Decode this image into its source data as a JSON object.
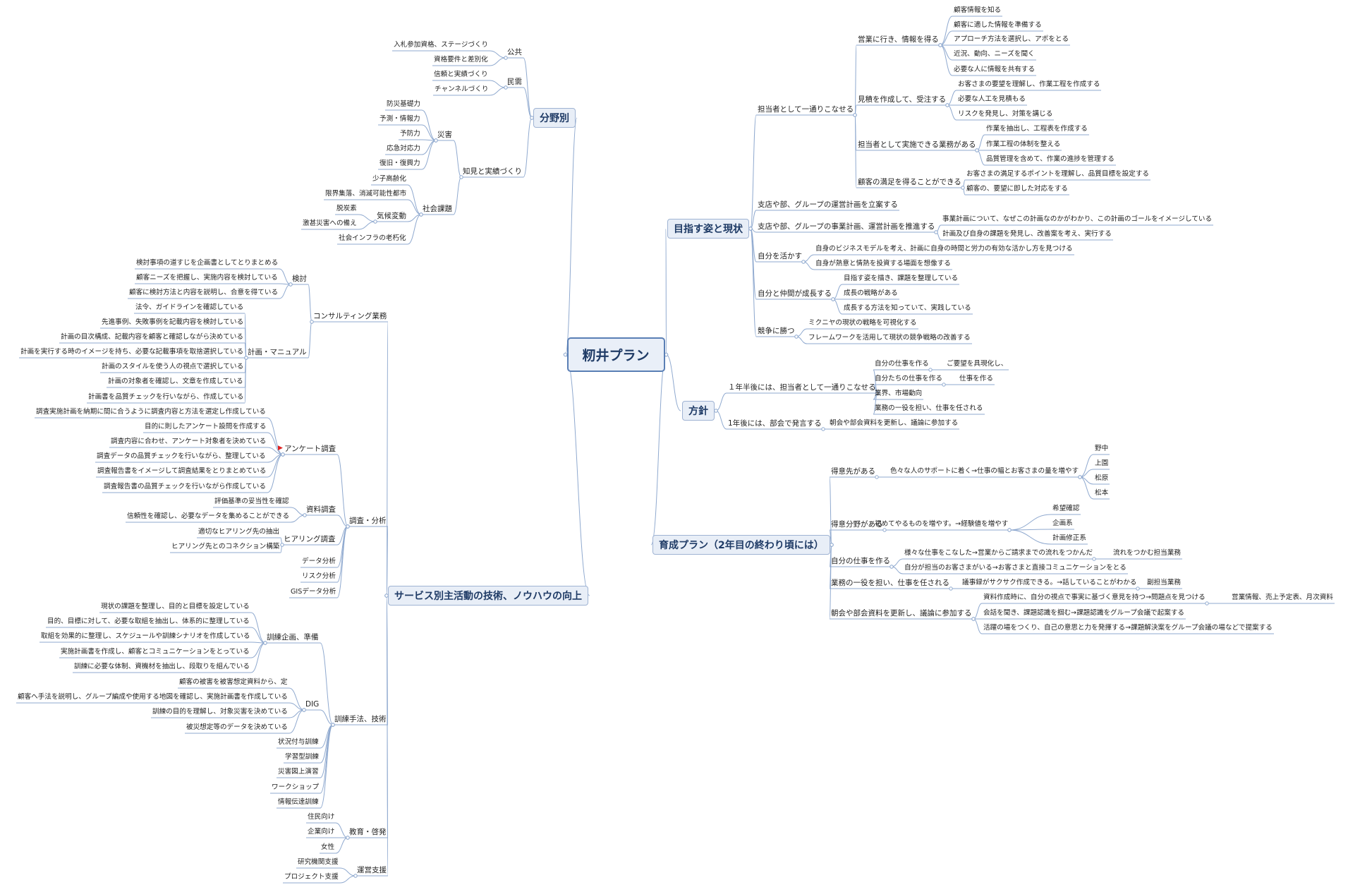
{
  "root": "籾井プラン",
  "branches": {
    "bunya": {
      "label": "分野別",
      "public": {
        "label": "公共",
        "items": [
          "入札参加資格、ステージづくり",
          "資格要件と差別化"
        ]
      },
      "private": {
        "label": "民需",
        "items": [
          "信頼と実績づくり",
          "チャンネルづくり"
        ]
      },
      "chiken": {
        "label": "知見と実績づくり",
        "saigai": {
          "label": "災害",
          "items": [
            "防災基礎力",
            "予測・情報力",
            "予防力",
            "応急対応力",
            "復旧・復興力"
          ]
        },
        "shakai": {
          "label": "社会課題",
          "items": [
            "少子高齢化",
            "限界集落、消滅可能性都市",
            "社会インフラの老朽化"
          ],
          "kiko": {
            "label": "気候変動",
            "items": [
              "脱炭素",
              "激甚災害への備え"
            ]
          }
        }
      }
    },
    "service": {
      "label": "サービス別主活動の技術、ノウハウの向上",
      "consulting": {
        "label": "コンサルティング業務",
        "kento": {
          "label": "検討",
          "items": [
            "検討事項の道すじを企画書としてとりまとめる",
            "顧客ニーズを把握し、実施内容を検討している",
            "顧客に検討方法と内容を説明し、合意を得ている"
          ]
        },
        "keikaku": {
          "label": "計画・マニュアル",
          "items": [
            "法令、ガイドラインを確認している",
            "先進事例、失敗事例を記載内容を検討している",
            "計画の目次構成、記載内容を顧客と確認しながら決めている",
            "計画を実行する時のイメージを持ち、必要な記載事項を取捨選択している",
            "計画のスタイルを使う人の視点で選択している",
            "計画の対象者を確認し、文章を作成している",
            "計画書を品質チェックを行いながら、作成している"
          ]
        }
      },
      "chosa": {
        "label": "調査・分析",
        "anketo": {
          "label": "アンケート調査",
          "items": [
            "調査実施計画を納期に間に合うように調査内容と方法を選定し作成している",
            "目的に則したアンケート設問を作成する",
            "調査内容に合わせ、アンケート対象者を決めている",
            "調査データの品質チェックを行いながら、整理している",
            "調査報告書をイメージして調査結果をとりまとめている",
            "調査報告書の品質チェックを行いながら作成している"
          ]
        },
        "shiryo": {
          "label": "資料調査",
          "items": [
            "評価基準の妥当性を確認",
            "信頼性を確認し、必要なデータを集めることができる"
          ]
        },
        "hearing": {
          "label": "ヒアリング調査",
          "items": [
            "適切なヒアリング先の抽出",
            "ヒアリング先とのコネクション構築"
          ]
        },
        "others": [
          "データ分析",
          "リスク分析",
          "GISデータ分析"
        ]
      },
      "kunren": {
        "label": "訓練手法、技術",
        "kikaku": {
          "label": "訓練企画、準備",
          "items": [
            "現状の課題を整理し、目的と目標を設定している",
            "目的、目標に対して、必要な取組を抽出し、体系的に整理している",
            "取組を効果的に整理し、スケジュールや訓練シナリオを作成している",
            "実施計画書を作成し、顧客とコミュニケーションをとっている",
            "訓練に必要な体制、資機材を抽出し、段取りを組んでいる"
          ]
        },
        "dig": {
          "label": "DIG",
          "items": [
            "顧客の被害を被害想定資料から、定",
            "顧客へ手法を説明し、グループ編成や使用する地図を確認し、実施計画書を作成している",
            "訓練の目的を理解し、対象災害を決めている",
            "被災想定等のデータを決めている"
          ]
        },
        "others": [
          "状況付与訓練",
          "学習型訓練",
          "災害図上演習",
          "ワークショップ",
          "情報伝達訓練"
        ]
      },
      "kyoiku": {
        "label": "教育・啓発",
        "items": [
          "住民向け",
          "企業向け",
          "女性"
        ]
      },
      "unei": {
        "label": "運営支援",
        "items": [
          "研究機関支援",
          "プロジェクト支援"
        ]
      }
    },
    "mezasu": {
      "label": "目指す姿と現状",
      "tanto": {
        "label": "担当者として一通りこなせる",
        "eigyo": {
          "label": "営業に行き、情報を得る",
          "items": [
            "顧客情報を知る",
            "顧客に適した情報を準備する",
            "アプローチ方法を選択し、アポをとる",
            "近況、動向、ニーズを聞く",
            "必要な人に情報を共有する"
          ]
        },
        "mitsumori": {
          "label": "見積を作成して、受注する",
          "items": [
            "お客さまの要望を理解し、作業工程を作成する",
            "必要な人工を見積もる",
            "リスクを発見し、対策を講じる"
          ]
        },
        "gyomu": {
          "label": "担当者として実施できる業務がある",
          "items": [
            "作業を抽出し、工程表を作成する",
            "作業工程の体制を整える",
            "品質管理を含めて、作業の進捗を管理する"
          ]
        },
        "manzoku": {
          "label": "顧客の満足を得ることができる",
          "items": [
            "お客さまの満足するポイントを理解し、品質目標を設定する",
            "顧客の、要望に即した対応をする"
          ]
        }
      },
      "shiten1": "支店や部、グループの運営計画を立案する",
      "shiten2": {
        "label": "支店や部、グループの事業計画、運営計画を推進する",
        "items": [
          "事業計画について、なぜこの計画なのかがわかり、この計画のゴールをイメージしている",
          "計画及び自身の課題を発見し、改善案を考え、実行する"
        ]
      },
      "jibun": {
        "label": "自分を活かす",
        "items": [
          "自身のビジネスモデルを考え、計画に自身の時間と労力の有効な活かし方を見つける",
          "自身が熱意と情熱を投資する場面を想像する"
        ]
      },
      "nakama": {
        "label": "自分と仲間が成長する",
        "items": [
          "目指す姿を描き、課題を整理している",
          "成長の戦略がある",
          "成長する方法を知っていて、実践している"
        ]
      },
      "kyoso": {
        "label": "競争に勝つ",
        "items": [
          "ミクニヤの現状の戦略を可視化する",
          "フレームワークを活用して現状の競争戦略の改善する"
        ]
      }
    },
    "hoshin": {
      "label": "方針",
      "half": {
        "label": "１年半後には、担当者として一通りこなせる",
        "a": {
          "label": "自分の仕事を作る",
          "next": "ご要望を具現化し、"
        },
        "b": {
          "label": "自分たちの仕事を作る",
          "next": "仕事を作る"
        },
        "c": "業界、市場動向",
        "d": "業務の一役を担い、仕事を任される"
      },
      "year": {
        "label": "1年後には、部会で発言する",
        "next": "朝会や部会資料を更新し、議論に参加する"
      }
    },
    "ikusei": {
      "label": "育成プラン（2年目の終わり頃には）",
      "tokuisaki": {
        "label": "得意先がある",
        "next": "色々な人のサポートに着く→仕事の幅とお客さまの量を増やす",
        "items": [
          "野中",
          "上園",
          "松原",
          "松本"
        ]
      },
      "tokui": {
        "label": "得意分野がある",
        "next": "初めてやるものを増やす。→経験値を増やす",
        "items": [
          "希望確認",
          "企画系",
          "計画修正系"
        ]
      },
      "shigoto": {
        "label": "自分の仕事を作る",
        "a": "様々な仕事をこなした→営業からご請求までの流れをつかんだ",
        "a_next": "流れをつかむ担当業務",
        "b": "自分が担当のお客さまがいる→お客さまと直接コミュニケーションをとる"
      },
      "ichiyaku": {
        "label": "業務の一役を担い、仕事を任される",
        "next": "議事録がサクサク作成できる。→話していることがわかる",
        "next2": "副担当業務"
      },
      "choukai": {
        "label": "朝会や部会資料を更新し、議論に参加する",
        "a": "資料作成時に、自分の視点で事実に基づく意見を持つ→問題点を見つける",
        "a_next": "営業情報、売上予定表、月次資料",
        "b": "会話を聞き、課題認識を掴む→課題認識をグループ会議で起案する",
        "c": "活躍の場をつくり、自己の意思と力を発揮する→課題解決案をグループ会議の場などで提案する"
      }
    }
  }
}
